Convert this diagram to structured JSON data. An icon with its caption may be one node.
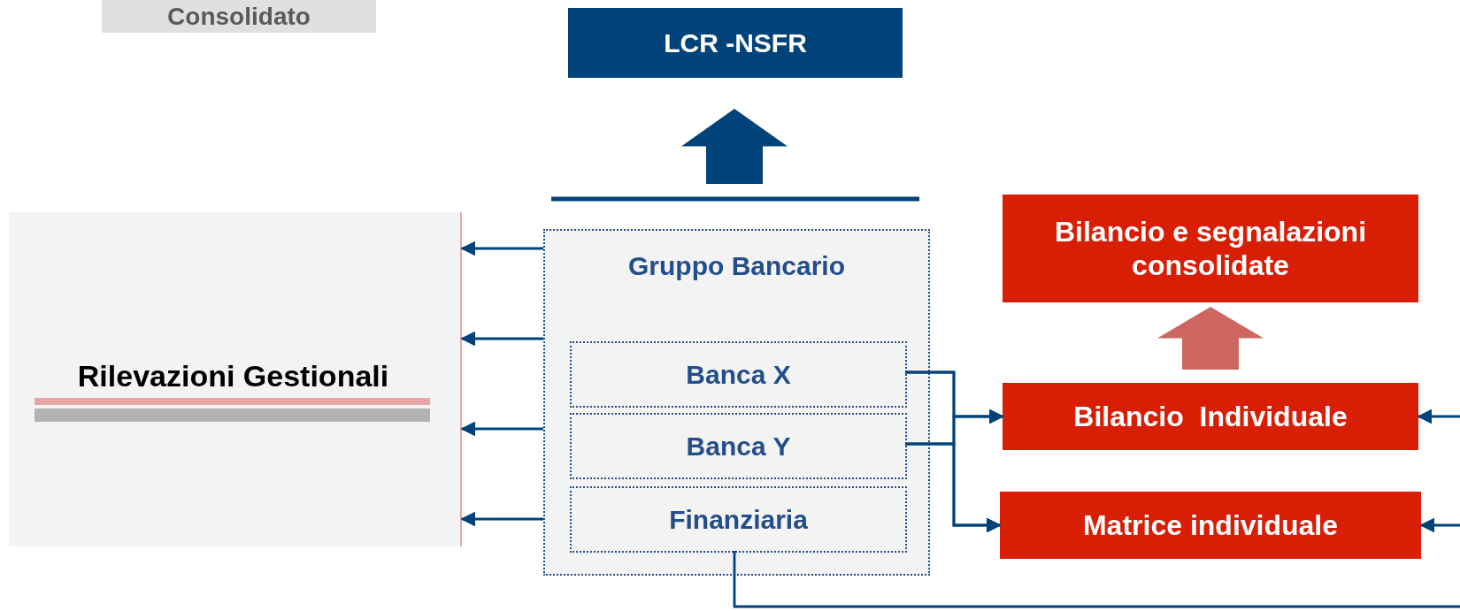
{
  "diagram": {
    "nodes": [
      {
        "text": [
          "Consolidato"
        ]
      },
      {
        "text": [
          "LCR -NSFR"
        ]
      },
      {
        "text": [
          "Rilevazioni Gestionali"
        ]
      },
      {
        "text": [
          "Gruppo Bancario"
        ]
      },
      {
        "text": [
          "Banca X"
        ],
        "in": 3
      },
      {
        "text": [
          "Banca Y"
        ],
        "in": 3
      },
      {
        "text": [
          "Finanziaria"
        ],
        "in": 3
      },
      {
        "text": [
          "Bilancio e segnalazioni consolidate"
        ]
      },
      {
        "text": [
          "Bilancio  Individuale"
        ]
      },
      {
        "text": [
          "Matrice individuale"
        ]
      }
    ],
    "edges": [
      {
        "from": 3,
        "to": 1,
        "arrow": "to",
        "style": "thick"
      },
      {
        "from": 8,
        "to": 7,
        "arrow": "to",
        "style": "thick",
        "color": "#cd6660"
      },
      {
        "from": 3,
        "to": 2,
        "arrow": "to"
      },
      {
        "from": 3,
        "to": 2,
        "arrow": "to"
      },
      {
        "from": 3,
        "to": 2,
        "arrow": "to"
      },
      {
        "from": 3,
        "to": 2,
        "arrow": "to"
      },
      {
        "from": 4,
        "to": 8,
        "arrow": "to"
      },
      {
        "from": 4,
        "to": 9,
        "arrow": "to"
      },
      {
        "from": 5,
        "to": 8,
        "arrow": "to"
      },
      {
        "from": 5,
        "to": 9,
        "arrow": "to"
      },
      {
        "from": 6,
        "to": null,
        "arrow": "none"
      },
      {
        "from": null,
        "to": 8,
        "arrow": "to"
      },
      {
        "from": null,
        "to": 9,
        "arrow": "to"
      }
    ]
  }
}
